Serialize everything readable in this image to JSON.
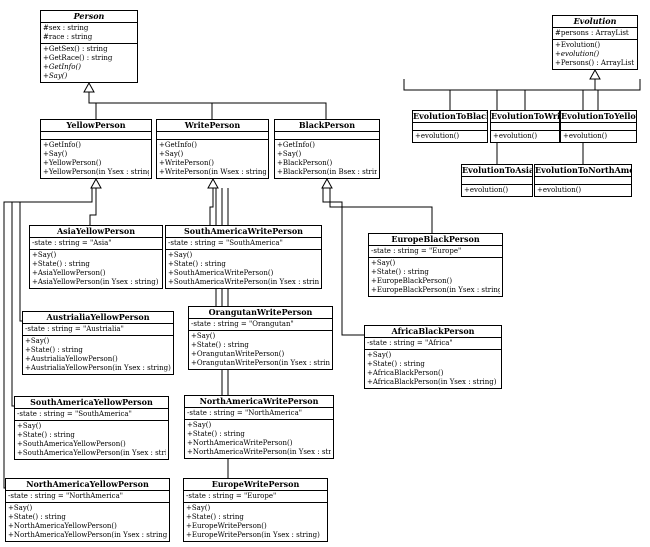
{
  "classes": [
    {
      "id": "Person",
      "abstract": true,
      "attrs": [
        {
          "t": "#sex : string"
        },
        {
          "t": "#race : string"
        }
      ],
      "ops": [
        {
          "t": "+GetSex() : string"
        },
        {
          "t": "+GetRace() : string"
        },
        {
          "t": "+GetInfo()",
          "i": true
        },
        {
          "t": "+Say()",
          "i": true
        }
      ]
    },
    {
      "id": "YellowPerson",
      "attrs": [],
      "ops": [
        {
          "t": "+GetInfo()"
        },
        {
          "t": "+Say()"
        },
        {
          "t": "+YellowPerson()"
        },
        {
          "t": "+YellowPerson(in Ysex : string)"
        }
      ]
    },
    {
      "id": "WritePerson",
      "attrs": [],
      "ops": [
        {
          "t": "+GetInfo()"
        },
        {
          "t": "+Say()"
        },
        {
          "t": "+WritePerson()"
        },
        {
          "t": "+WritePerson(in Wsex : string)"
        }
      ]
    },
    {
      "id": "BlackPerson",
      "attrs": [],
      "ops": [
        {
          "t": "+GetInfo()"
        },
        {
          "t": "+Say()"
        },
        {
          "t": "+BlackPerson()"
        },
        {
          "t": "+BlackPerson(in Bsex : string)"
        }
      ]
    },
    {
      "id": "AsiaYellowPerson",
      "attrs": [
        {
          "t": "-state : string = \"Asia\""
        }
      ],
      "ops": [
        {
          "t": "+Say()"
        },
        {
          "t": "+State() : string"
        },
        {
          "t": "+AsiaYellowPerson()"
        },
        {
          "t": "+AsiaYellowPerson(in Ysex : string)"
        }
      ]
    },
    {
      "id": "SouthAmericaWritePerson",
      "attrs": [
        {
          "t": "-state : string = \"SouthAmerica\""
        }
      ],
      "ops": [
        {
          "t": "+Say()"
        },
        {
          "t": "+State() : string"
        },
        {
          "t": "+SouthAmericaWritePerson()"
        },
        {
          "t": "+SouthAmericaWritePerson(in Ysex : string)"
        }
      ]
    },
    {
      "id": "EuropeBlackPerson",
      "attrs": [
        {
          "t": "-state : string = \"Europe\""
        }
      ],
      "ops": [
        {
          "t": "+Say()"
        },
        {
          "t": "+State() : string"
        },
        {
          "t": "+EuropeBlackPerson()"
        },
        {
          "t": "+EuropeBlackPerson(in Ysex : string)"
        }
      ]
    },
    {
      "id": "AustrialiaYellowPerson",
      "attrs": [
        {
          "t": "-state : string = \"Austrialia\""
        }
      ],
      "ops": [
        {
          "t": "+Say()"
        },
        {
          "t": "+State() : string"
        },
        {
          "t": "+AustrialiaYellowPerson()"
        },
        {
          "t": "+AustrialiaYellowPerson(in Ysex : string)"
        }
      ]
    },
    {
      "id": "OrangutanWritePerson",
      "attrs": [
        {
          "t": "-state : string = \"Orangutan\""
        }
      ],
      "ops": [
        {
          "t": "+Say()"
        },
        {
          "t": "+State() : string"
        },
        {
          "t": "+OrangutanWritePerson()"
        },
        {
          "t": "+OrangutanWritePerson(in Ysex : string)"
        }
      ]
    },
    {
      "id": "AfricaBlackPerson",
      "attrs": [
        {
          "t": "-state : string = \"Africa\""
        }
      ],
      "ops": [
        {
          "t": "+Say()"
        },
        {
          "t": "+State() : string"
        },
        {
          "t": "+AfricaBlackPerson()"
        },
        {
          "t": "+AfricaBlackPerson(in Ysex : string)"
        }
      ]
    },
    {
      "id": "SouthAmericaYellowPerson",
      "attrs": [
        {
          "t": "-state : string = \"SouthAmerica\""
        }
      ],
      "ops": [
        {
          "t": "+Say()"
        },
        {
          "t": "+State() : string"
        },
        {
          "t": "+SouthAmericaYellowPerson()"
        },
        {
          "t": "+SouthAmericaYellowPerson(in Ysex : string)"
        }
      ]
    },
    {
      "id": "NorthAmericaWritePerson",
      "attrs": [
        {
          "t": "-state : string = \"NorthAmerica\""
        }
      ],
      "ops": [
        {
          "t": "+Say()"
        },
        {
          "t": "+State() : string"
        },
        {
          "t": "+NorthAmericaWritePerson()"
        },
        {
          "t": "+NorthAmericaWritePerson(in Ysex : string)"
        }
      ]
    },
    {
      "id": "NorthAmericaYellowPerson",
      "attrs": [
        {
          "t": "-state : string = \"NorthAmerica\""
        }
      ],
      "ops": [
        {
          "t": "+Say()"
        },
        {
          "t": "+State() : string"
        },
        {
          "t": "+NorthAmericaYellowPerson()"
        },
        {
          "t": "+NorthAmericaYellowPerson(in Ysex : string)"
        }
      ]
    },
    {
      "id": "EuropeWritePerson",
      "attrs": [
        {
          "t": "-state : string = \"Europe\""
        }
      ],
      "ops": [
        {
          "t": "+Say()"
        },
        {
          "t": "+State() : string"
        },
        {
          "t": "+EuropeWritePerson()"
        },
        {
          "t": "+EuropeWritePerson(in Ysex : string)"
        }
      ]
    },
    {
      "id": "Evolution",
      "abstract": true,
      "attrs": [
        {
          "t": "#persons : ArrayList"
        }
      ],
      "ops": [
        {
          "t": "+Evolution()"
        },
        {
          "t": "+evolution()",
          "i": true
        },
        {
          "t": "+Persons() : ArrayList"
        }
      ]
    },
    {
      "id": "EvolutionToBlack",
      "attrs": [],
      "ops": [
        {
          "t": "+evolution()"
        }
      ]
    },
    {
      "id": "EvolutionToWrite",
      "attrs": [],
      "ops": [
        {
          "t": "+evolution()"
        }
      ]
    },
    {
      "id": "EvolutionToYellow",
      "attrs": [],
      "ops": [
        {
          "t": "+evolution()"
        }
      ]
    },
    {
      "id": "EvolutionToAsia",
      "attrs": [],
      "ops": [
        {
          "t": "+evolution()"
        }
      ]
    },
    {
      "id": "EvolutionToNorthAmerica",
      "attrs": [],
      "ops": [
        {
          "t": "+evolution()"
        }
      ]
    }
  ],
  "relations": [
    {
      "type": "generalization",
      "child": "YellowPerson",
      "parent": "Person"
    },
    {
      "type": "generalization",
      "child": "WritePerson",
      "parent": "Person"
    },
    {
      "type": "generalization",
      "child": "BlackPerson",
      "parent": "Person"
    },
    {
      "type": "generalization",
      "child": "AsiaYellowPerson",
      "parent": "YellowPerson"
    },
    {
      "type": "generalization",
      "child": "AustrialiaYellowPerson",
      "parent": "YellowPerson"
    },
    {
      "type": "generalization",
      "child": "SouthAmericaYellowPerson",
      "parent": "YellowPerson"
    },
    {
      "type": "generalization",
      "child": "NorthAmericaYellowPerson",
      "parent": "YellowPerson"
    },
    {
      "type": "generalization",
      "child": "SouthAmericaWritePerson",
      "parent": "WritePerson"
    },
    {
      "type": "generalization",
      "child": "OrangutanWritePerson",
      "parent": "WritePerson"
    },
    {
      "type": "generalization",
      "child": "NorthAmericaWritePerson",
      "parent": "WritePerson"
    },
    {
      "type": "generalization",
      "child": "EuropeWritePerson",
      "parent": "WritePerson"
    },
    {
      "type": "generalization",
      "child": "EuropeBlackPerson",
      "parent": "BlackPerson"
    },
    {
      "type": "generalization",
      "child": "AfricaBlackPerson",
      "parent": "BlackPerson"
    },
    {
      "type": "generalization",
      "child": "EvolutionToBlack",
      "parent": "Evolution"
    },
    {
      "type": "generalization",
      "child": "EvolutionToWrite",
      "parent": "Evolution"
    },
    {
      "type": "generalization",
      "child": "EvolutionToYellow",
      "parent": "Evolution"
    },
    {
      "type": "generalization",
      "child": "EvolutionToAsia",
      "parent": "Evolution"
    },
    {
      "type": "generalization",
      "child": "EvolutionToNorthAmerica",
      "parent": "Evolution"
    }
  ]
}
